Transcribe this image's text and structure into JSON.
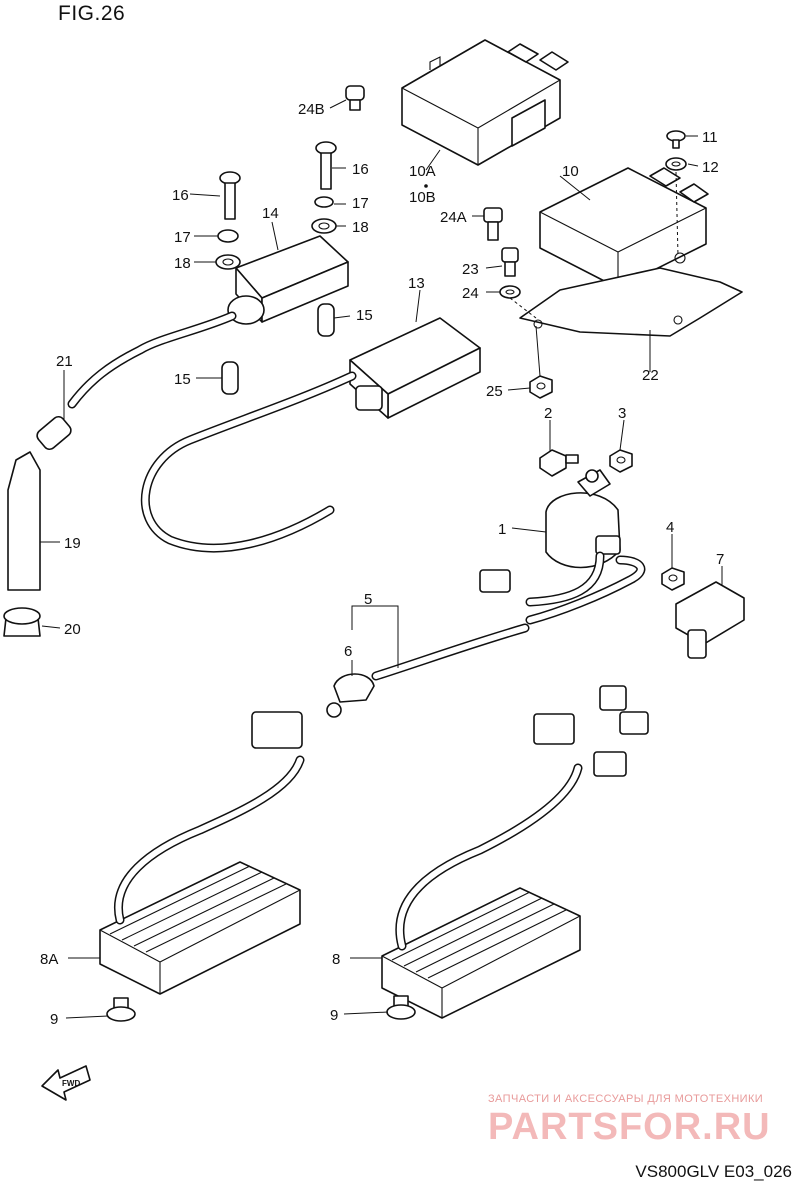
{
  "figure": {
    "title": "FIG.26",
    "code": "VS800GLV E03_026"
  },
  "watermark": {
    "subtitle": "ЗАПЧАСТИ И АКСЕССУАРЫ ДЛЯ МОТОТЕХНИКИ",
    "brand": "PARTSFOR.RU"
  },
  "direction_marker": "FWD",
  "callouts": {
    "p1": "1",
    "p2": "2",
    "p3": "3",
    "p4": "4",
    "p5": "5",
    "p6": "6",
    "p7": "7",
    "p8": "8",
    "p8a": "8A",
    "p9a": "9",
    "p9b": "9",
    "p10": "10",
    "p10a": "10A",
    "p10b": "10B",
    "p11": "11",
    "p12": "12",
    "p13": "13",
    "p14": "14",
    "p15a": "15",
    "p15b": "15",
    "p16a": "16",
    "p16b": "16",
    "p17a": "17",
    "p17b": "17",
    "p18a": "18",
    "p18b": "18",
    "p19": "19",
    "p20": "20",
    "p21": "21",
    "p22": "22",
    "p23": "23",
    "p24": "24",
    "p24a": "24A",
    "p24b": "24B",
    "p25": "25"
  }
}
